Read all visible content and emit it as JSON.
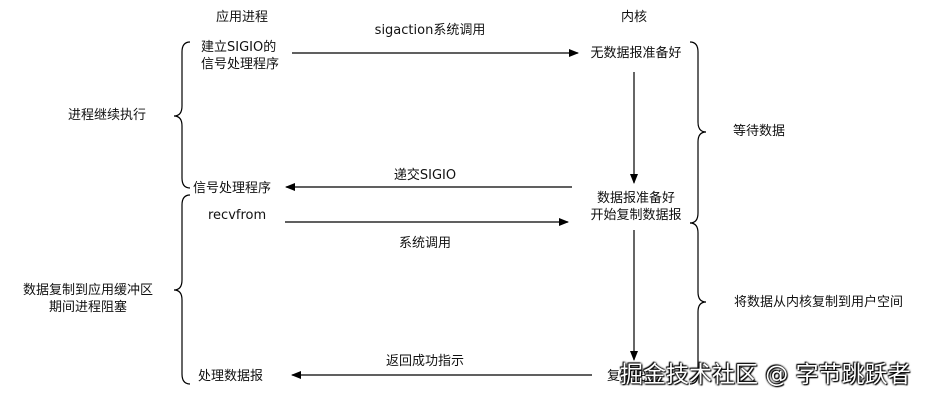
{
  "headers": {
    "app": "应用进程",
    "kernel": "内核"
  },
  "arrows": {
    "sigaction": "sigaction系统调用",
    "deliver": "递交SIGIO",
    "syscall": "系统调用",
    "return": "返回成功指示"
  },
  "app": {
    "register_line1": "建立SIGIO的",
    "register_line2": "信号处理程序",
    "handler": "信号处理程序",
    "recvfrom": "recvfrom",
    "process": "处理数据报"
  },
  "kernel": {
    "not_ready": "无数据报准备好",
    "ready_line1": "数据报准备好",
    "ready_line2": "开始复制数据报",
    "copy_done": "复制完成"
  },
  "left": {
    "continue": "进程继续执行",
    "blocked_line1": "数据复制到应用缓冲区",
    "blocked_line2": "期间进程阻塞"
  },
  "right": {
    "wait": "等待数据",
    "copy": "将数据从内核复制到用户空间"
  },
  "watermark": "掘金技术社区 @ 字节跳跃者"
}
